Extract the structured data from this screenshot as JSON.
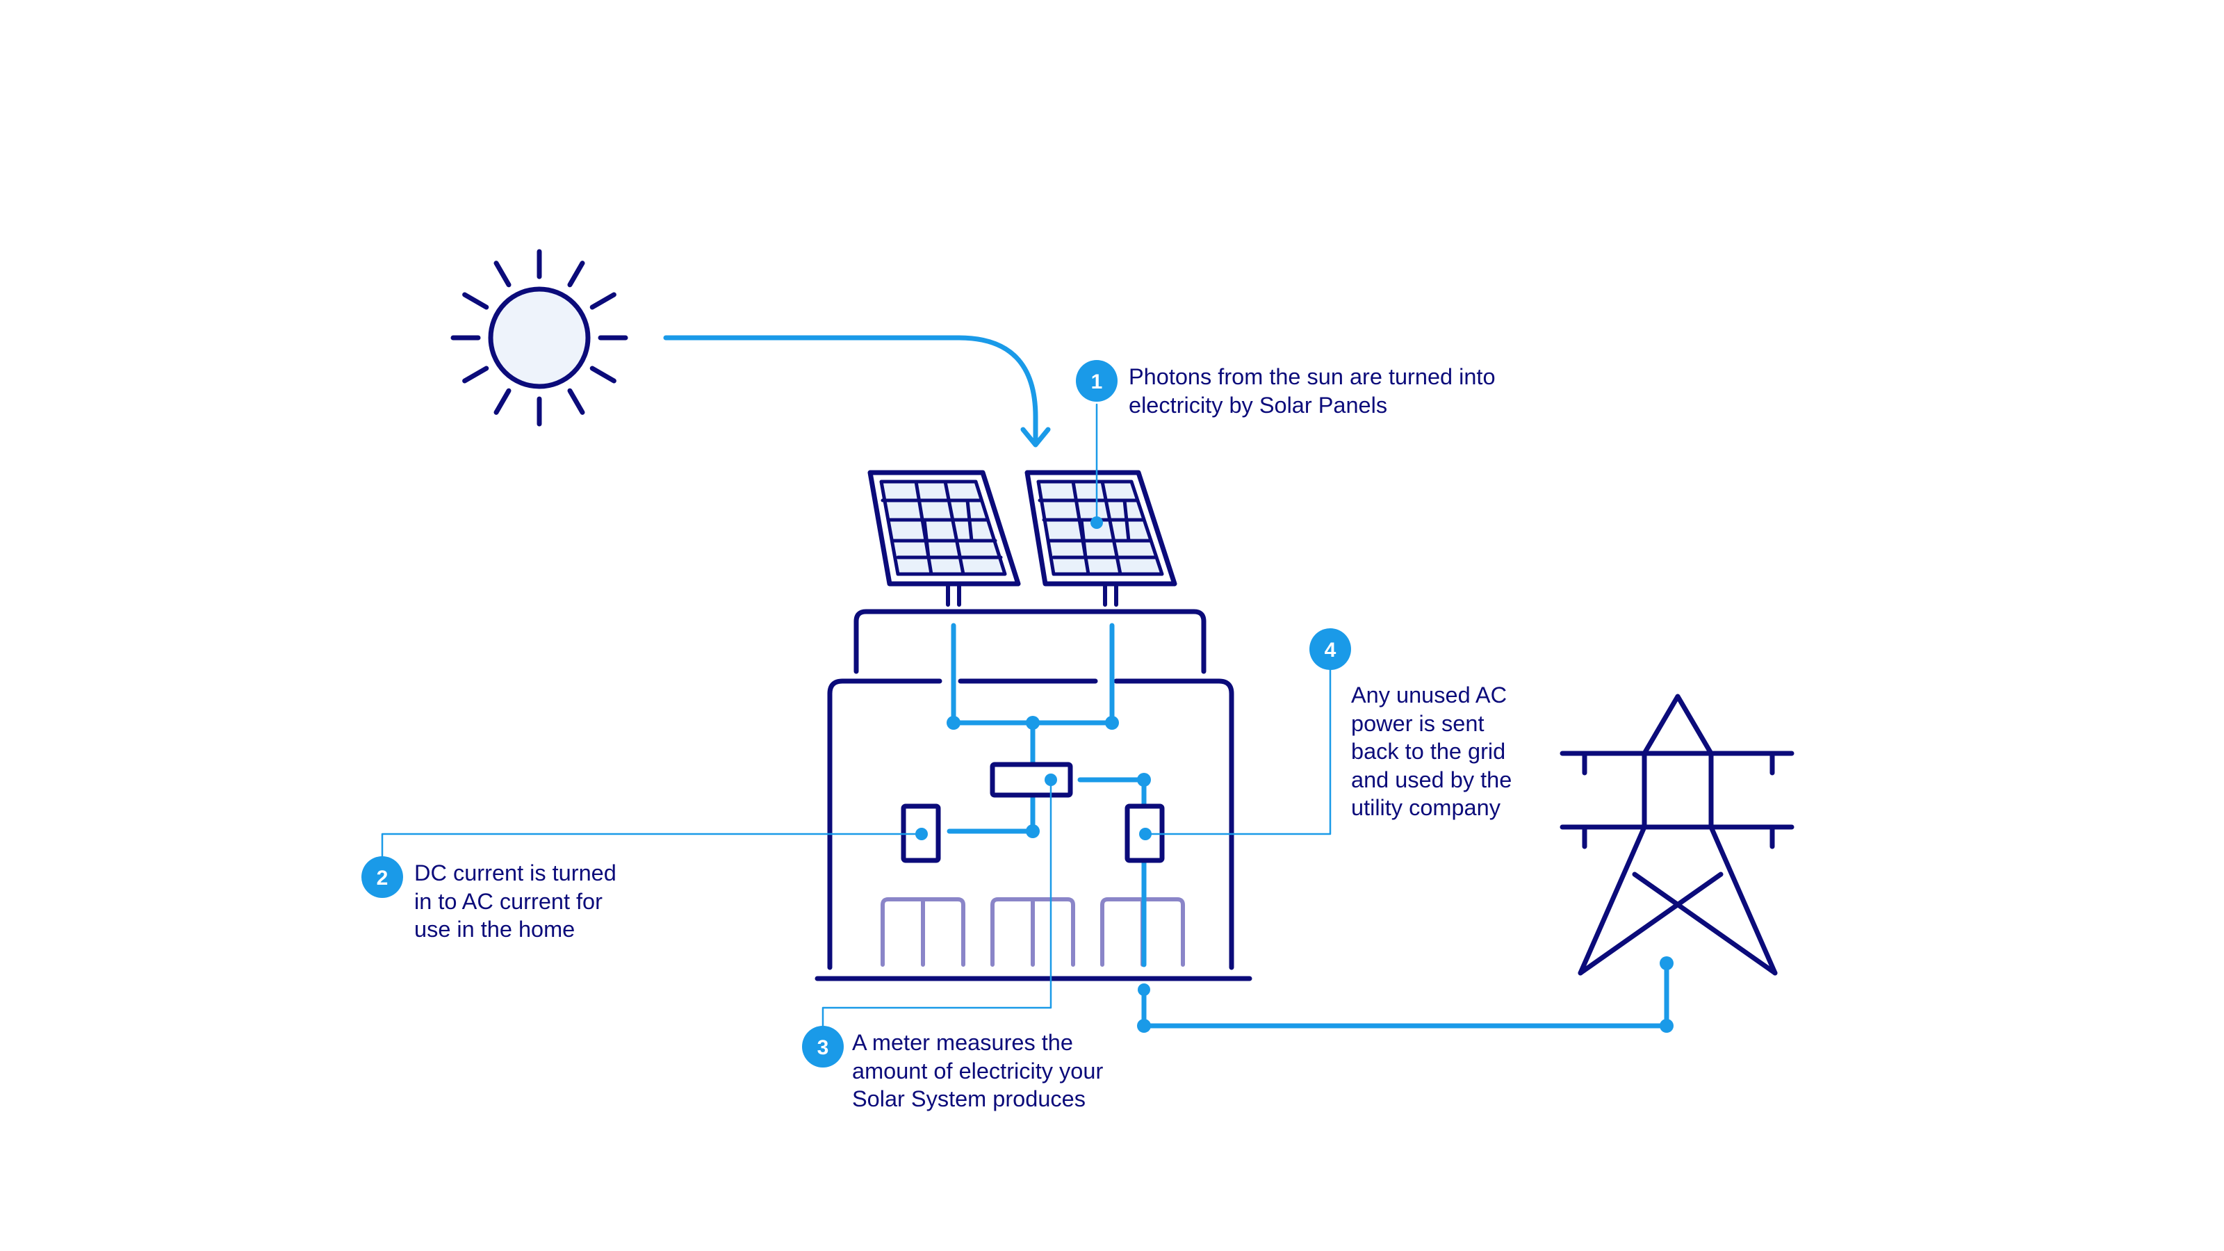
{
  "diagram": {
    "colors": {
      "navy": "#0b0b7a",
      "blue": "#1a9ae8",
      "purple": "#8a85c8",
      "panel_fill": "#e9f1fb",
      "sun_fill": "#eef3fb"
    },
    "icons": [
      "sun-icon",
      "solar-panel-icon",
      "house-icon",
      "inverter-icon",
      "meter-icon",
      "switchboard-icon",
      "pylon-icon"
    ],
    "steps": [
      {
        "number": "1",
        "text": "Photons from the sun are turned into\nelectricity by Solar Panels"
      },
      {
        "number": "2",
        "text": "DC current is turned\nin to AC current for\nuse in the home"
      },
      {
        "number": "3",
        "text": "A meter measures the\namount of electricity your\nSolar System produces"
      },
      {
        "number": "4",
        "text": "Any unused AC\npower is sent\nback to the grid\nand used by the\nutility company"
      }
    ]
  }
}
